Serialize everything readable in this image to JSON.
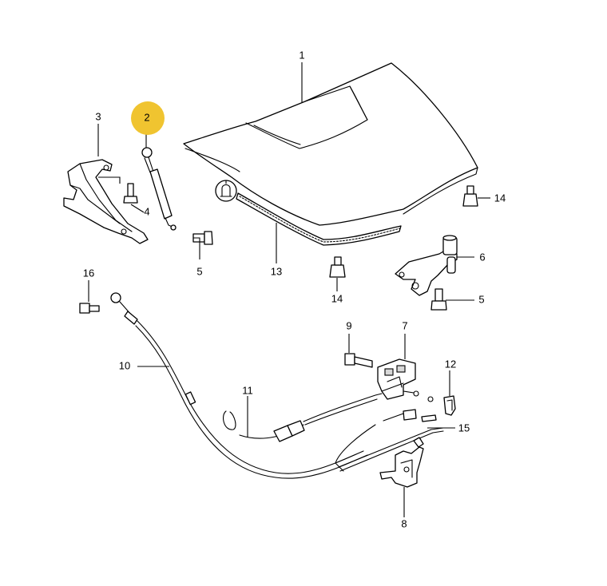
{
  "colors": {
    "highlight": "#f0c430",
    "line": "#000000",
    "background": "#ffffff"
  },
  "labels": {
    "p1": "1",
    "p2": "2",
    "p3": "3",
    "p4": "4",
    "p5a": "5",
    "p5b": "5",
    "p6": "6",
    "p7": "7",
    "p8": "8",
    "p9": "9",
    "p10": "10",
    "p11": "11",
    "p12": "12",
    "p13": "13",
    "p14a": "14",
    "p14b": "14",
    "p15": "15",
    "p16": "16"
  },
  "highlighted_part": "2",
  "icons": [
    "adhesive-tube-icon"
  ]
}
